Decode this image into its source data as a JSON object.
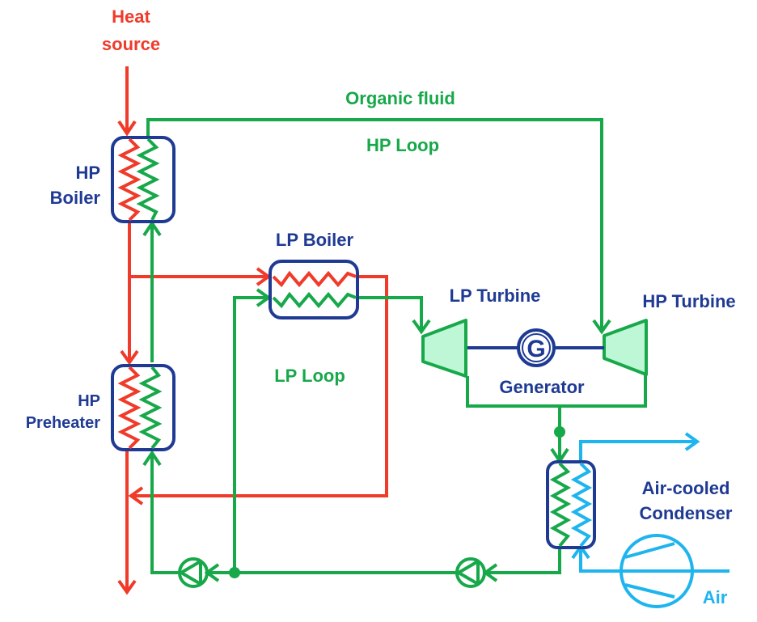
{
  "title": "Dual-pressure Organic Rankine Cycle",
  "labels": {
    "heat_source_line1": "Heat",
    "heat_source_line2": "source",
    "organic_fluid": "Organic fluid",
    "hp_loop": "HP Loop",
    "lp_loop": "LP Loop",
    "hp_boiler_line1": "HP",
    "hp_boiler_line2": "Boiler",
    "hp_preheater_line1": "HP",
    "hp_preheater_line2": "Preheater",
    "lp_boiler": "LP Boiler",
    "lp_turbine": "LP Turbine",
    "hp_turbine": "HP Turbine",
    "generator": "Generator",
    "generator_symbol": "G",
    "condenser_line1": "Air-cooled",
    "condenser_line2": "Condenser",
    "air": "Air"
  },
  "colors": {
    "heat_source": "#f03a2a",
    "organic_fluid": "#17a84a",
    "air": "#1eb4ee",
    "equipment": "#1f3a93",
    "turbine_fill": "#bdf7d6"
  }
}
